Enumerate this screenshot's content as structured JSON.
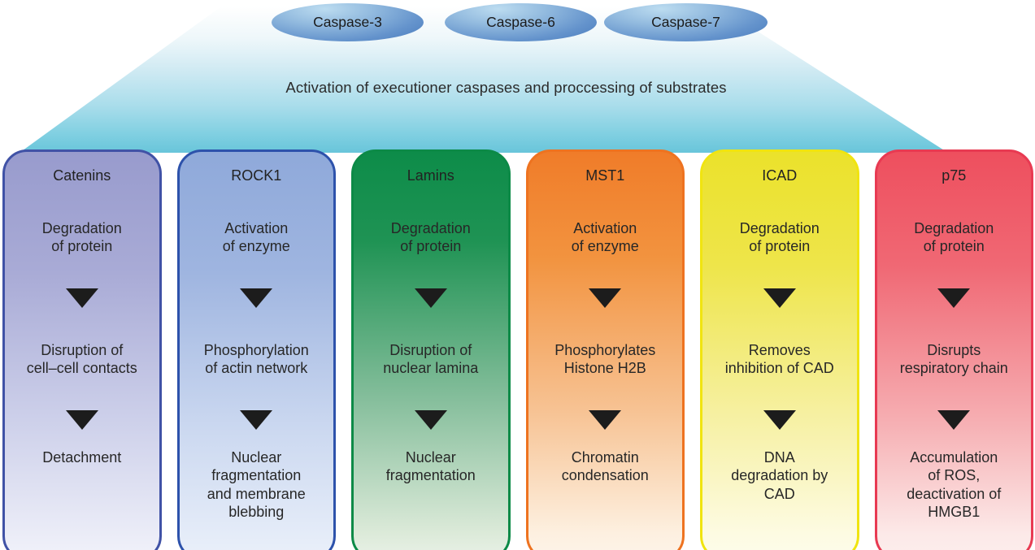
{
  "caspases": [
    "Caspase-3",
    "Caspase-6",
    "Caspase-7"
  ],
  "banner": "Activation of executioner caspases and proccessing of substrates",
  "columns": [
    {
      "title": "Catenins",
      "accent": "#4052a6",
      "fill_top": "#989bcd",
      "steps": [
        "Degradation\nof protein",
        "Disruption of\ncell–cell contacts",
        "Detachment"
      ]
    },
    {
      "title": "ROCK1",
      "accent": "#2d52ab",
      "fill_top": "#8fa9da",
      "steps": [
        "Activation\nof enzyme",
        "Phosphorylation\nof actin network",
        "Nuclear\nfragmentation\nand membrane\nblebbing"
      ]
    },
    {
      "title": "Lamins",
      "accent": "#0c8a47",
      "fill_top": "#0d8c49",
      "steps": [
        "Degradation\nof protein",
        "Disruption of\nnuclear lamina",
        "Nuclear\nfragmentation"
      ]
    },
    {
      "title": "MST1",
      "accent": "#ee7320",
      "fill_top": "#f07c29",
      "steps": [
        "Activation\nof enzyme",
        "Phosphorylates\nHistone H2B",
        "Chromatin\ncondensation"
      ]
    },
    {
      "title": "ICAD",
      "accent": "#f0e410",
      "fill_top": "#ebe22b",
      "steps": [
        "Degradation\nof protein",
        "Removes\ninhibition of CAD",
        "DNA\ndegradation by\nCAD"
      ]
    },
    {
      "title": "p75",
      "accent": "#e83a52",
      "fill_top": "#ee4f5e",
      "steps": [
        "Degradation\nof protein",
        "Disrupts\nrespiratory chain",
        "Accumulation\nof ROS,\ndeactivation of\nHMGB1"
      ]
    }
  ],
  "colors": {
    "caspase_fill_top": "#bcdcf0",
    "caspase_fill_bottom": "#4a7cbd",
    "funnel_bottom": "#68c5da",
    "arrow": "#1c1c1c",
    "text": "#262626",
    "background": "#ffffff"
  }
}
